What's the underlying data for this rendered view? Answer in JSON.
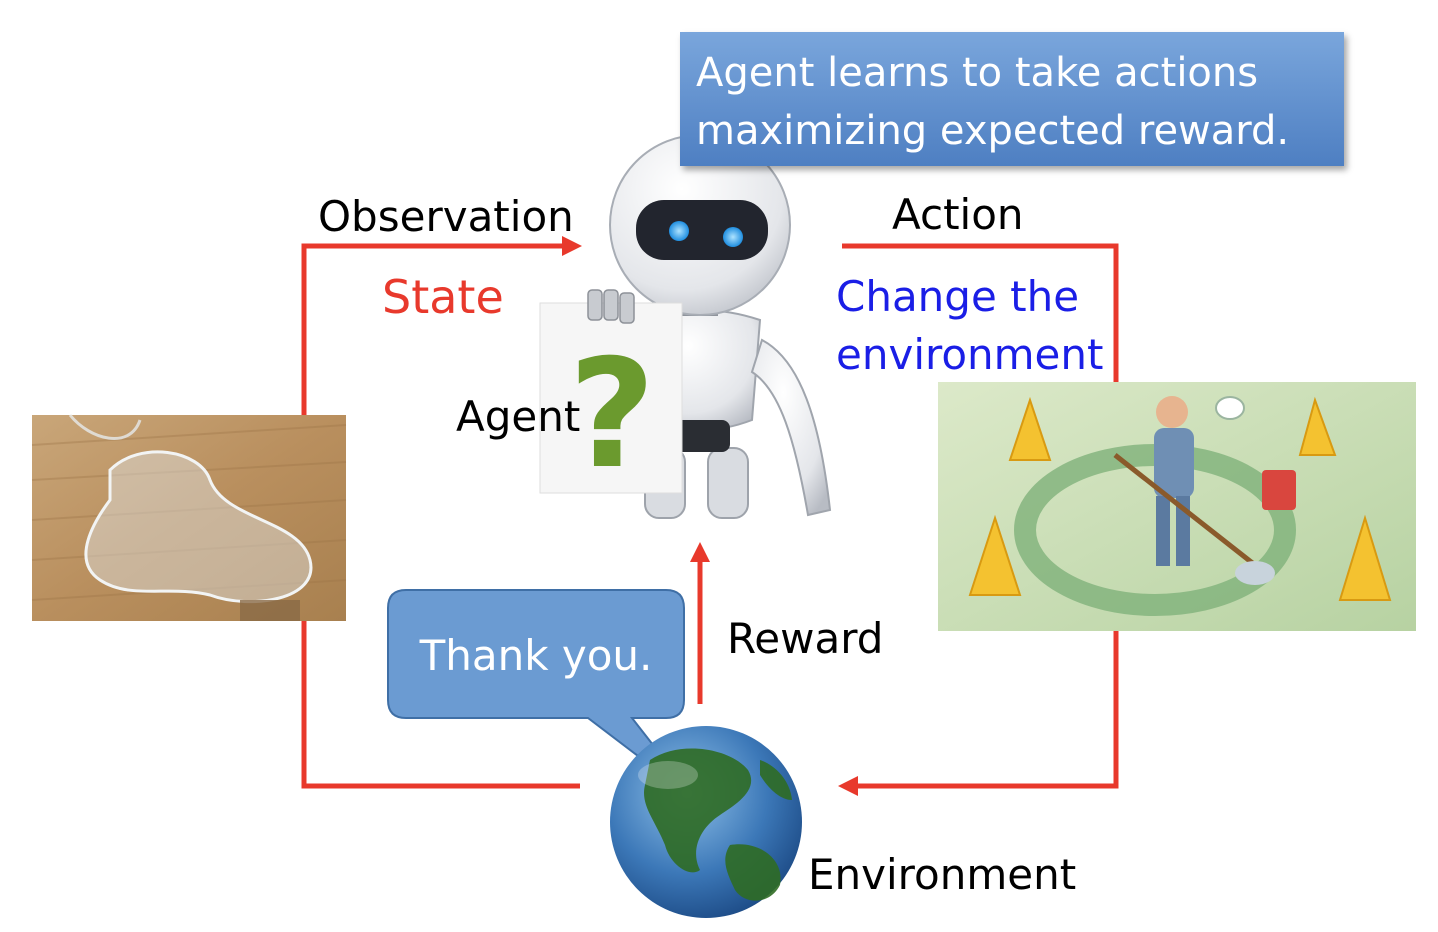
{
  "callout": {
    "line1": "Agent learns to take actions",
    "line2": "maximizing expected reward."
  },
  "labels": {
    "observation": "Observation",
    "state": "State",
    "agent": "Agent",
    "action": "Action",
    "change_env": "Change the environment",
    "reward": "Reward",
    "environment": "Environment"
  },
  "speech_bubble": {
    "text": "Thank you."
  },
  "agent_sign": {
    "symbol": "?"
  },
  "colors": {
    "arrow": "#e8392c",
    "state_text": "#e8392c",
    "change_text": "#1a1ee6",
    "callout_bg": "#6a97d4",
    "bubble_bg": "#6b9bd2",
    "question_mark": "#6b9a2e"
  },
  "icons": {
    "agent": "robot-icon",
    "environment": "globe-icon",
    "state_image": "water-spill-image",
    "action_image": "mopping-janitor-image"
  }
}
